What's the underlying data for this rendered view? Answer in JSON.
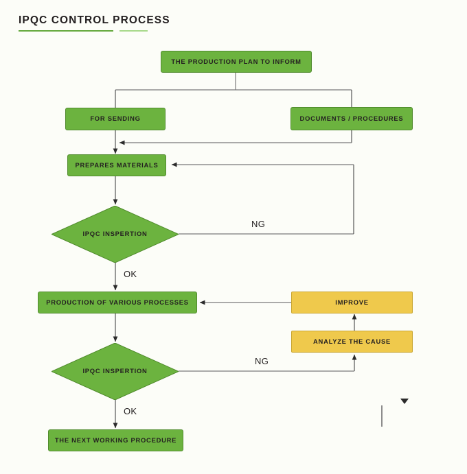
{
  "page": {
    "title": "IPQC CONTROL PROCESS",
    "background_color": "#fcfdf8"
  },
  "colors": {
    "green_fill": "#6cb33f",
    "green_border": "#4f8a2c",
    "amber_fill": "#efc94c",
    "amber_border": "#c9a52f",
    "connector": "#7a7a7a",
    "text": "#231f20",
    "title_rule_main": "#63a83c",
    "title_rule_accent": "#a7d98a"
  },
  "chart_data": {
    "type": "diagram",
    "title": "IPQC CONTROL PROCESS",
    "nodes": [
      {
        "id": "plan",
        "label": "THE PRODUCTION PLAN TO INFORM",
        "shape": "box",
        "color": "#6cb33f"
      },
      {
        "id": "sending",
        "label": "FOR SENDING",
        "shape": "box",
        "color": "#6cb33f"
      },
      {
        "id": "documents",
        "label": "DOCUMENTS / PROCEDURES",
        "shape": "box",
        "color": "#6cb33f"
      },
      {
        "id": "prepares",
        "label": "PREPARES MATERIALS",
        "shape": "box",
        "color": "#6cb33f"
      },
      {
        "id": "inspect1",
        "label": "IPQC INSPERTION",
        "shape": "diamond",
        "color": "#6cb33f"
      },
      {
        "id": "production",
        "label": "PRODUCTION OF VARIOUS PROCESSES",
        "shape": "box",
        "color": "#6cb33f"
      },
      {
        "id": "inspect2",
        "label": "IPQC INSPERTION",
        "shape": "diamond",
        "color": "#6cb33f"
      },
      {
        "id": "next",
        "label": "THE NEXT WORKING PROCEDURE",
        "shape": "box",
        "color": "#6cb33f"
      },
      {
        "id": "improve",
        "label": "IMPROVE",
        "shape": "box",
        "color": "#efc94c"
      },
      {
        "id": "analyze",
        "label": "ANALYZE THE CAUSE",
        "shape": "box",
        "color": "#efc94c"
      }
    ],
    "edges": [
      {
        "from": "plan",
        "to": "sending",
        "label": ""
      },
      {
        "from": "plan",
        "to": "documents",
        "label": ""
      },
      {
        "from": "sending",
        "to": "prepares",
        "label": ""
      },
      {
        "from": "documents",
        "to": "prepares",
        "label": ""
      },
      {
        "from": "prepares",
        "to": "inspect1",
        "label": ""
      },
      {
        "from": "inspect1",
        "to": "prepares",
        "label": "NG"
      },
      {
        "from": "inspect1",
        "to": "production",
        "label": "OK"
      },
      {
        "from": "production",
        "to": "inspect2",
        "label": ""
      },
      {
        "from": "inspect2",
        "to": "analyze",
        "label": "NG"
      },
      {
        "from": "inspect2",
        "to": "next",
        "label": "OK"
      },
      {
        "from": "analyze",
        "to": "improve",
        "label": ""
      },
      {
        "from": "improve",
        "to": "production",
        "label": ""
      }
    ],
    "edge_labels": {
      "ng_upper": "NG",
      "ok_upper": "OK",
      "ng_lower": "NG",
      "ok_lower": "OK"
    }
  }
}
